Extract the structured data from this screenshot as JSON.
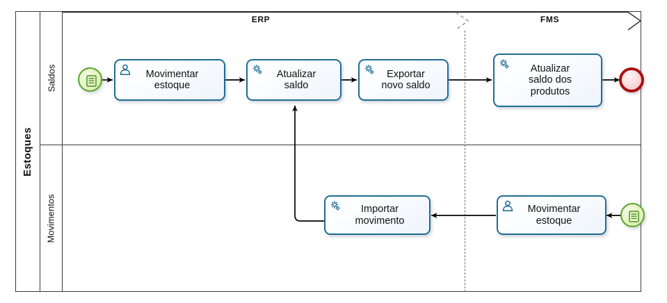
{
  "diagram": {
    "type": "bpmn-process",
    "pool": {
      "name": "Estoques"
    },
    "lanes": [
      {
        "id": "saldos",
        "name": "Saldos"
      },
      {
        "id": "movimentos",
        "name": "Movimentos"
      }
    ],
    "phases": [
      {
        "id": "erp",
        "name": "ERP"
      },
      {
        "id": "fms",
        "name": "FMS"
      }
    ],
    "colors": {
      "task_border": "#1f6b93",
      "task_icon": "#1f6b93",
      "start_event_border": "#5ba32b",
      "start_event_fill": "#dff0b8",
      "end_event_border": "#a81111",
      "end_event_fill": "#f7d4d4",
      "frame": "#3a3a3a",
      "flow": "#000000"
    },
    "events": [
      {
        "id": "start-saldos",
        "kind": "start",
        "icon": "message-event-icon",
        "lane": "saldos",
        "phase": "erp"
      },
      {
        "id": "end-fms",
        "kind": "end",
        "icon": "end-event-icon",
        "lane": "saldos",
        "phase": "fms"
      },
      {
        "id": "start-movimentos",
        "kind": "start",
        "icon": "message-event-icon",
        "lane": "movimentos",
        "phase": "fms"
      }
    ],
    "tasks": [
      {
        "id": "t1",
        "label": "Movimentar\nestoque",
        "icon": "user-task-icon",
        "lane": "saldos",
        "phase": "erp"
      },
      {
        "id": "t2",
        "label": "Atualizar\nsaldo",
        "icon": "service-task-icon",
        "lane": "saldos",
        "phase": "erp"
      },
      {
        "id": "t3",
        "label": "Exportar\nnovo saldo",
        "icon": "service-task-icon",
        "lane": "saldos",
        "phase": "erp"
      },
      {
        "id": "t4",
        "label": "Atualizar\nsaldo dos\nprodutos",
        "icon": "service-task-icon",
        "lane": "saldos",
        "phase": "fms"
      },
      {
        "id": "t5",
        "label": "Importar\nmovimento",
        "icon": "service-task-icon",
        "lane": "movimentos",
        "phase": "erp"
      },
      {
        "id": "t6",
        "label": "Movimentar\nestoque",
        "icon": "user-task-icon",
        "lane": "movimentos",
        "phase": "fms"
      }
    ],
    "flows": [
      {
        "from": "start-saldos",
        "to": "t1"
      },
      {
        "from": "t1",
        "to": "t2"
      },
      {
        "from": "t2",
        "to": "t3"
      },
      {
        "from": "t3",
        "to": "t4"
      },
      {
        "from": "t4",
        "to": "end-fms"
      },
      {
        "from": "start-movimentos",
        "to": "t6"
      },
      {
        "from": "t6",
        "to": "t5"
      },
      {
        "from": "t5",
        "to": "t2"
      }
    ]
  }
}
